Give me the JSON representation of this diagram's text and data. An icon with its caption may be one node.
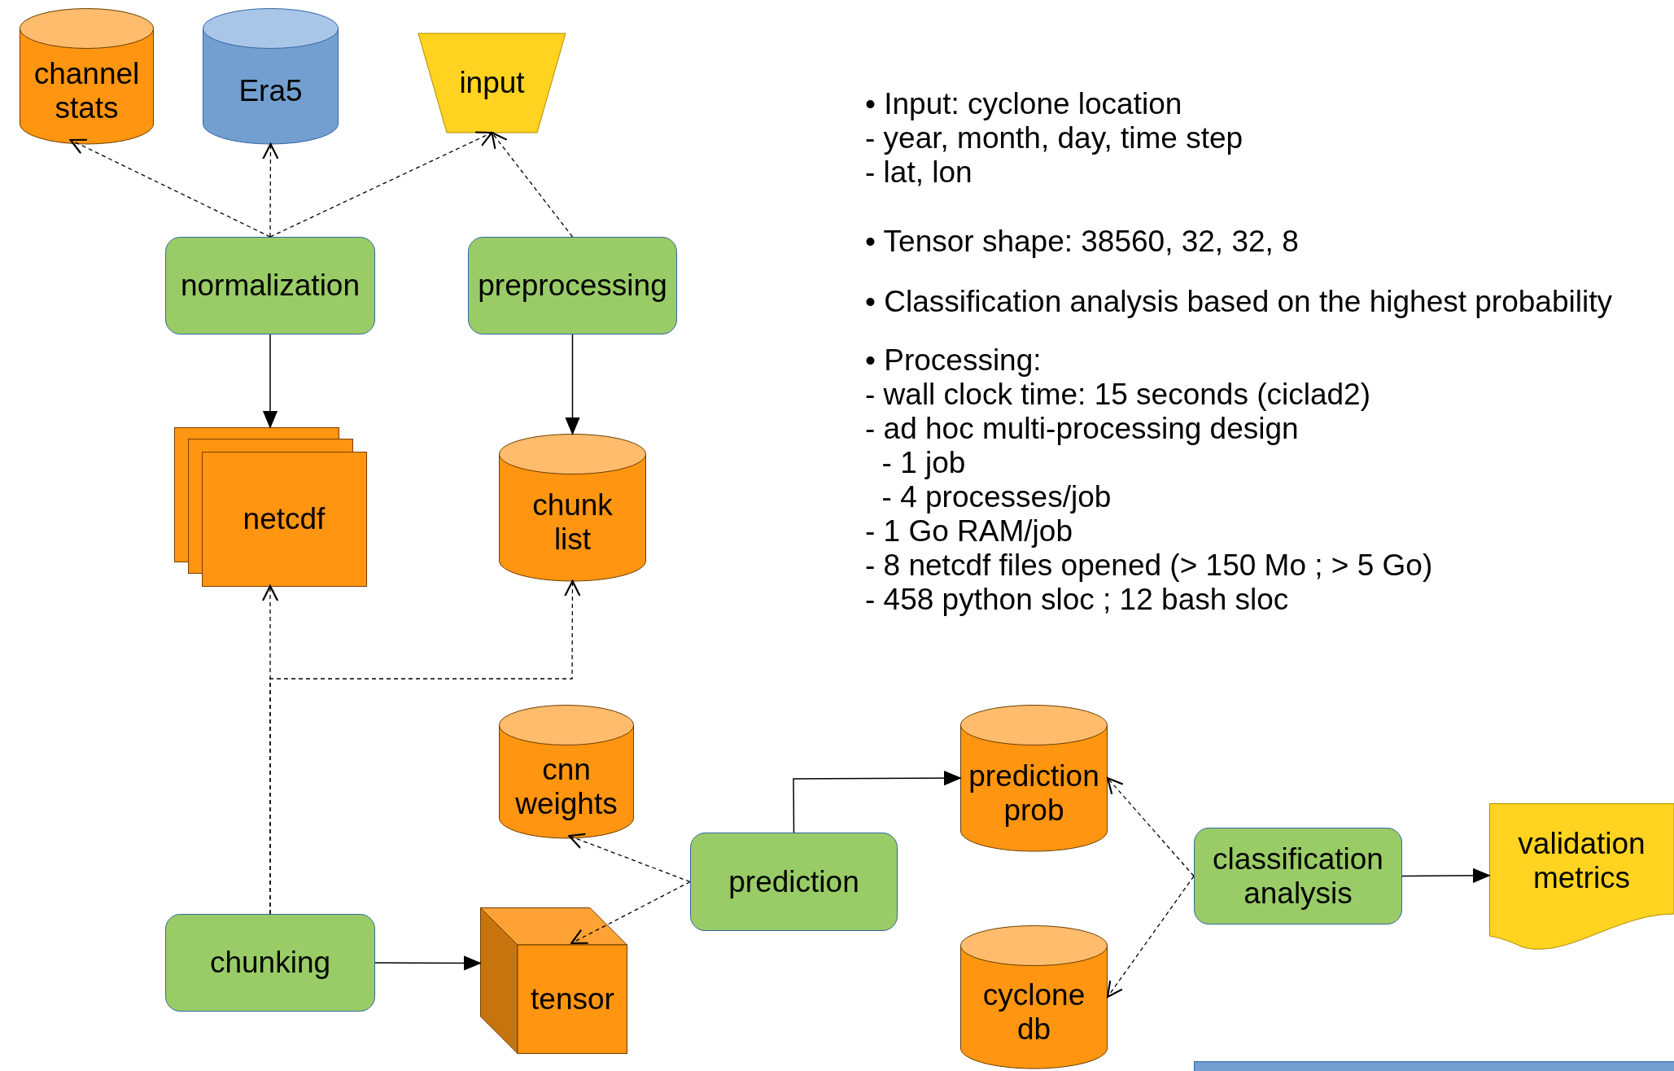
{
  "diagram": {
    "nodes": [
      {
        "text": [
          "channel stats"
        ]
      },
      {
        "text": [
          "Era5"
        ]
      },
      {
        "text": [
          "input"
        ]
      },
      {
        "text": [
          "normalization"
        ]
      },
      {
        "text": [
          "preprocessing"
        ]
      },
      {
        "text": [
          "netcdf"
        ]
      },
      {
        "text": [
          "chunk list"
        ]
      },
      {
        "text": [
          "cnn weights"
        ]
      },
      {
        "text": [
          "prediction prob"
        ]
      },
      {
        "text": [
          "prediction"
        ]
      },
      {
        "text": [
          "classification analysis"
        ]
      },
      {
        "text": [
          "validation metrics"
        ]
      },
      {
        "text": [
          "chunking"
        ]
      },
      {
        "text": [
          "tensor"
        ]
      },
      {
        "text": [
          "cyclone db"
        ]
      },
      {
        "text": [],
        "shape": "box"
      }
    ],
    "edges": [
      {
        "from": 3,
        "to": 0,
        "arrow": "to",
        "style": "dashed"
      },
      {
        "from": 3,
        "to": 1,
        "arrow": "to",
        "style": "dashed"
      },
      {
        "from": 3,
        "to": 2,
        "arrow": "to",
        "style": "dashed"
      },
      {
        "from": 4,
        "to": 2,
        "arrow": "to",
        "style": "dashed"
      },
      {
        "from": 3,
        "to": 5,
        "arrow": "to"
      },
      {
        "from": 4,
        "to": 6,
        "arrow": "to"
      },
      {
        "from": 12,
        "to": 5,
        "arrow": "to",
        "style": "dashed"
      },
      {
        "from": 12,
        "to": 6,
        "arrow": "to",
        "style": "dashed"
      },
      {
        "from": 12,
        "to": 13,
        "arrow": "to"
      },
      {
        "from": 9,
        "to": 7,
        "arrow": "to",
        "style": "dashed"
      },
      {
        "from": 9,
        "to": 13,
        "arrow": "to",
        "style": "dashed"
      },
      {
        "from": 9,
        "to": 8,
        "arrow": "to"
      },
      {
        "from": 10,
        "to": 8,
        "arrow": "to",
        "style": "dashed"
      },
      {
        "from": 10,
        "to": 14,
        "arrow": "to",
        "style": "dashed"
      },
      {
        "from": 10,
        "to": 11,
        "arrow": "to"
      }
    ],
    "labels": [
      "• Input: cyclone location",
      "- year, month, day, time step",
      "- lat, lon",
      "• Tensor shape: 38560, 32, 32, 8",
      "• Classification analysis based on the highest probability",
      "• Processing:",
      "- wall clock time: 15 seconds (ciclad2)",
      "- ad hoc multi-processing design",
      "  - 1 job",
      "  - 4 processes/job",
      "- 1 Go RAM/job",
      "- 8 netcdf files opened (> 150 Mo ; > 5 Go)",
      "- 458 python sloc ; 12 bash sloc"
    ]
  }
}
